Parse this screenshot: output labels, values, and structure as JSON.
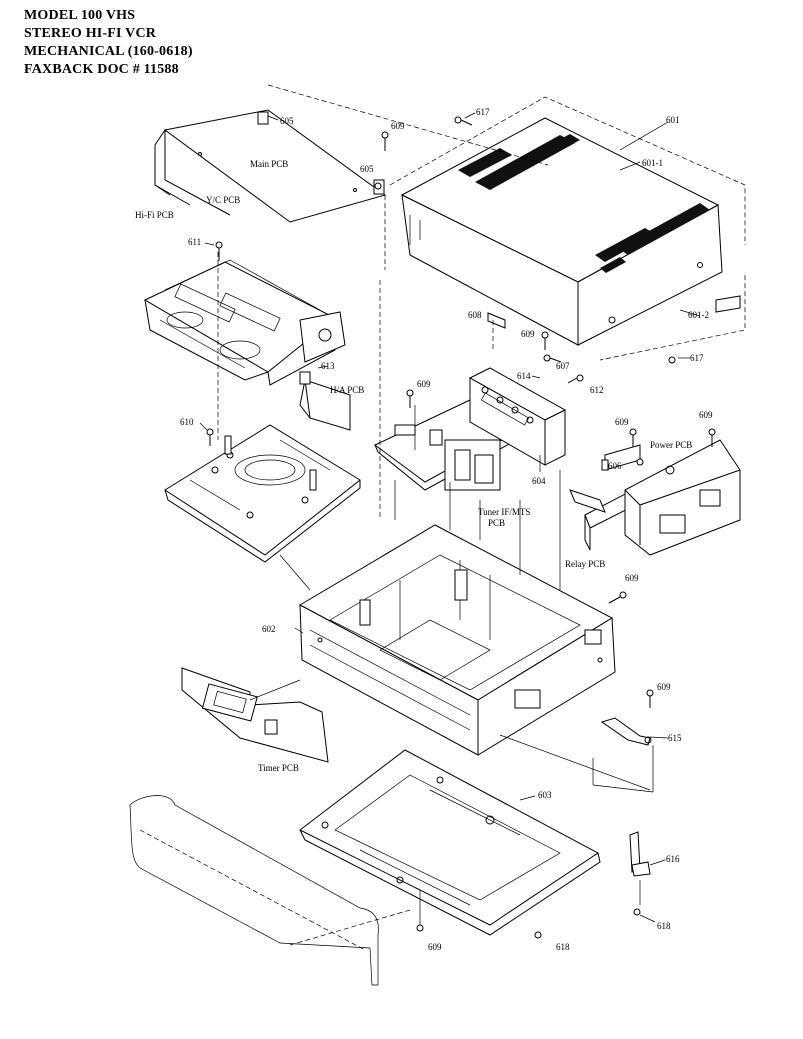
{
  "header": {
    "line1": "MODEL 100 VHS",
    "line2": "STEREO HI-FI VCR",
    "line3": "MECHANICAL (160-0618)",
    "line4": "FAXBACK DOC # 11588"
  },
  "parts": {
    "p601": "601",
    "p601_1": "601-1",
    "p601_2": "601-2",
    "p602": "602",
    "p603": "603",
    "p604": "604",
    "p605_a": "605",
    "p605_b": "605",
    "p606": "606",
    "p607": "607",
    "p608": "608",
    "p609_a": "609",
    "p609_b": "609",
    "p609_c": "609",
    "p609_d": "609",
    "p609_e": "609",
    "p609_f": "609",
    "p609_g": "609",
    "p609_h": "609",
    "p610": "610",
    "p611": "611",
    "p612": "612",
    "p613": "613",
    "p614": "614",
    "p615": "615",
    "p616": "616",
    "p617_a": "617",
    "p617_b": "617",
    "p618_a": "618",
    "p618_b": "618"
  },
  "boards": {
    "main_pcb": "Main PCB",
    "yc_pcb": "Y/C PCB",
    "hifi_pcb": "Hi-Fi PCB",
    "ha_pcb": "H/A PCB",
    "power_pcb": "Power PCB",
    "tuner_if_mts": "Tuner IF/MTS",
    "tuner_if_mts_2": "PCB",
    "relay_pcb": "Relay PCB",
    "timer_pcb": "Timer PCB"
  }
}
